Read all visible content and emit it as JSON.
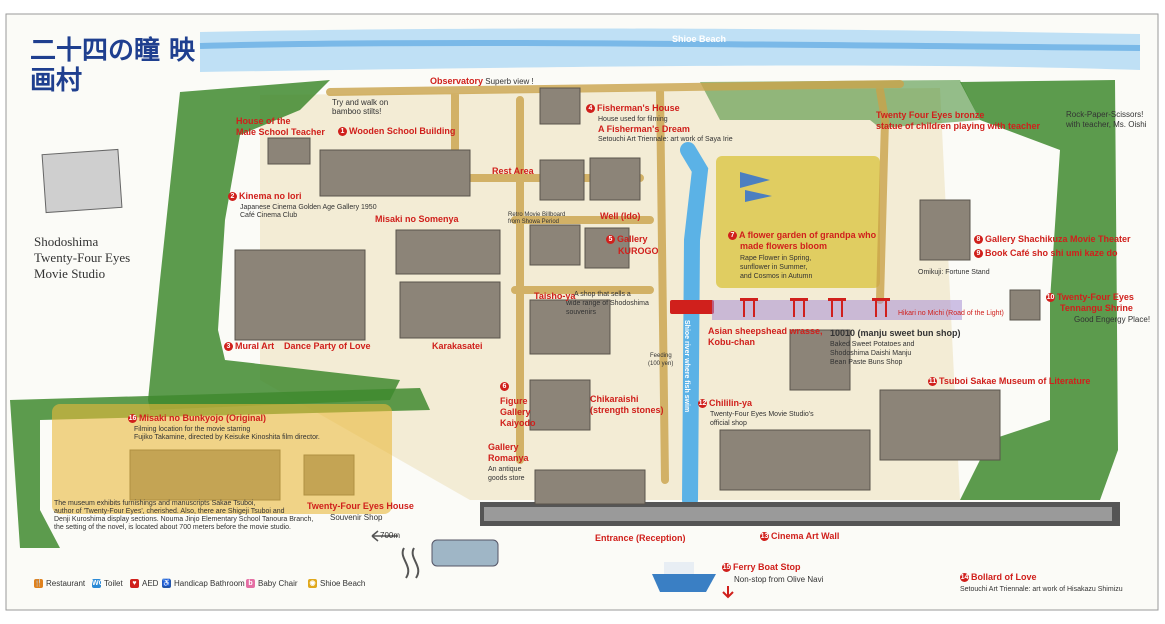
{
  "map": {
    "studio_name": [
      "Shodoshima",
      "Twenty-Four Eyes",
      "Movie Studio"
    ],
    "beach_label": "Shioe Beach",
    "distance_label": "700m",
    "logo_text": "二十四の瞳 映画村",
    "places": {
      "observatory": {
        "name": "Observatory",
        "note": "Superb view !"
      },
      "fishermans_house": {
        "num": "4",
        "name": "Fisherman's House",
        "note": "House used for filming"
      },
      "fishermans_dream": {
        "name": "A Fisherman's Dream",
        "note": "Setouchi Art Triennale: art work of Saya Irie"
      },
      "bronze_statue": {
        "name": "Twenty Four Eyes bronze",
        "name2": "statue of children playing with teacher"
      },
      "rock_paper": {
        "text1": "Rock-Paper-Scissors!",
        "text2": "with teacher, Ms. Oishi"
      },
      "male_teacher": {
        "name1": "House of the",
        "name2": "Male School Teacher"
      },
      "bamboo_stilts": {
        "text1": "Try and walk on",
        "text2": "bamboo stilts!"
      },
      "wooden_school": {
        "num": "1",
        "name": "Wooden School Building"
      },
      "kinema": {
        "num": "2",
        "name": "Kinema no Iori",
        "note1": "Japanese Cinema Golden Age Gallery 1950",
        "note2": "Café Cinema Club"
      },
      "rest_area": {
        "name": "Rest Area"
      },
      "well": {
        "name": "Well (Ido)"
      },
      "gallery_kurogo": {
        "num": "5",
        "name1": "Gallery",
        "name2": "KUROGO"
      },
      "flower_garden": {
        "num": "7",
        "name1": "A flower garden of grandpa who",
        "name2": "made flowers bloom",
        "note1": "Rape Flower in Spring,",
        "note2": "sunflower in Summer,",
        "note3": "and Cosmos in Autumn"
      },
      "misaki_somenya": {
        "name": "Misaki no Somenya"
      },
      "retro_movie": {
        "text1": "Retro Movie Billboard",
        "text2": "from Showa Period"
      },
      "shachikuza": {
        "num": "8",
        "name": "Gallery Shachikuza Movie Theater"
      },
      "book_cafe": {
        "num": "9",
        "name": "Book Café sho shi umi kaze do"
      },
      "omikuji": {
        "name": "Omikuji: Fortune Stand"
      },
      "hikari": {
        "name": "Hikari no Michi (Road of the Light)"
      },
      "tennangu": {
        "num": "10",
        "name1": "Twenty-Four Eyes",
        "name2": "Tennangu Shrine",
        "note": "Good Engergy Place!"
      },
      "taisho_ya": {
        "name": "Taisho-ya",
        "note1": "A shop that sells a",
        "note2": "wide range of Shodoshima",
        "note3": "souvenirs"
      },
      "asian_wrasse": {
        "name1": "Asian sheepshead wrasse,",
        "name2": "Kobu-chan"
      },
      "manju": {
        "name": "10010 (manju sweet bun shop)",
        "note1": "Baked Sweet Potatoes and",
        "note2": "Shodoshima Daishi Manju",
        "note3": "Bean Paste Buns Shop"
      },
      "mural_art": {
        "num": "3",
        "name": "Mural Art"
      },
      "dance_party": {
        "name": "Dance Party of Love"
      },
      "karakasatei": {
        "name": "Karakasatei"
      },
      "feeding": {
        "text1": "Feeding",
        "text2": "(100 yen)"
      },
      "river": {
        "name": "Shioe river where fish swim"
      },
      "tsuboi_museum": {
        "num": "11",
        "name": "Tsuboi Sakae Museum of Literature"
      },
      "figure_gallery": {
        "num": "6",
        "name1": "Figure",
        "name2": "Gallery",
        "name3": "Kaiyodo"
      },
      "chikaraishi": {
        "name1": "Chikaraishi",
        "name2": "(strength stones)"
      },
      "chililin": {
        "num": "12",
        "name": "Chililin-ya",
        "note1": "Twenty-Four Eyes Movie Studio's",
        "note2": "official shop"
      },
      "romanya": {
        "name1": "Gallery",
        "name2": "Romanya",
        "note1": "An antique",
        "note2": "goods store"
      },
      "bunkyojo": {
        "num": "16",
        "name": "Misaki no Bunkyojo (Original)",
        "note1": "Filming location for the movie starring",
        "note2": "Fujiko Takamine, directed by Keisuke Kinoshita film director."
      },
      "museum_note": [
        "The museum exhibits furnishings and manuscripts Sakae Tsuboi,",
        "author of 'Twenty-Four Eyes', cherished. Also, there are Shigeji Tsuboi and",
        "Denji Kuroshima display sections. Nouma Jinjo Elementary School Tanoura Branch,",
        "the setting of the novel, is located about 700 meters before the movie studio."
      ],
      "tfe_house": {
        "name": "Twenty-Four Eyes House",
        "note": "Souvenir Shop"
      },
      "entrance": {
        "name": "Entrance (Reception)"
      },
      "cinema_wall": {
        "num": "13",
        "name": "Cinema Art Wall"
      },
      "ferry": {
        "num": "15",
        "name": "Ferry Boat Stop",
        "note": "Non-stop from Olive Navi"
      },
      "bollard": {
        "num": "14",
        "name": "Bollard of Love",
        "note": "Setouchi Art Triennale: art work of Hisakazu Shimizu"
      }
    },
    "legend": [
      {
        "icon": "restaurant-icon",
        "glyph": "🍴",
        "color": "#e0811c",
        "label": "Restaurant"
      },
      {
        "icon": "toilet-icon",
        "glyph": "WC",
        "color": "#2b8ad6",
        "label": "Toilet"
      },
      {
        "icon": "aed-icon",
        "glyph": "♥",
        "color": "#d0201c",
        "label": "AED"
      },
      {
        "icon": "wheelchair-icon",
        "glyph": "♿",
        "color": "#2656a8",
        "label": "Handicap Bathroom"
      },
      {
        "icon": "baby-chair-icon",
        "glyph": "b",
        "color": "#e56fa4",
        "label": "Baby Chair"
      },
      {
        "icon": "camera-icon",
        "glyph": "◉",
        "color": "#e0a81c",
        "label": "Shioe Beach"
      }
    ],
    "colors": {
      "hedge": "#3f8a2f",
      "path": "#c9a24a",
      "sea": "#4c9ee0",
      "red_label": "#d0201c"
    }
  }
}
